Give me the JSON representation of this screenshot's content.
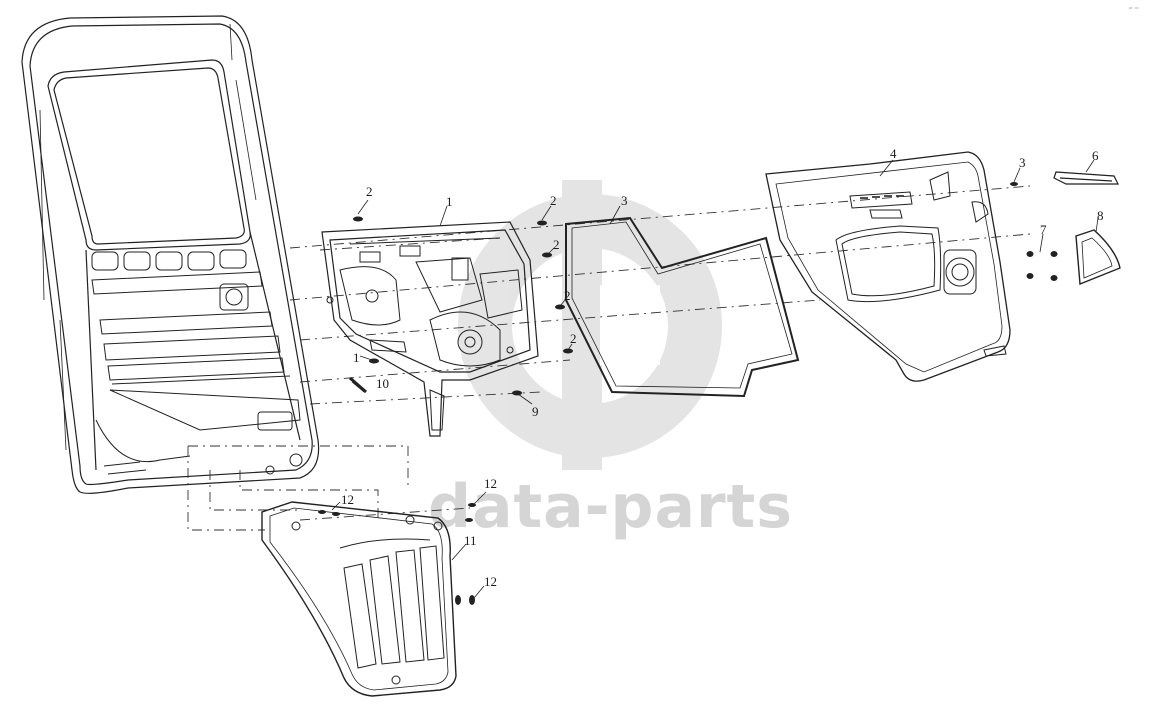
{
  "diagram": {
    "callouts": [
      {
        "id": "1a",
        "text": "1"
      },
      {
        "id": "1b",
        "text": "1"
      },
      {
        "id": "2a",
        "text": "2"
      },
      {
        "id": "2b",
        "text": "2"
      },
      {
        "id": "2c",
        "text": "2"
      },
      {
        "id": "2d",
        "text": "2"
      },
      {
        "id": "2e",
        "text": "2"
      },
      {
        "id": "3a",
        "text": "3"
      },
      {
        "id": "3b",
        "text": "3"
      },
      {
        "id": "4",
        "text": "4"
      },
      {
        "id": "6",
        "text": "6"
      },
      {
        "id": "7",
        "text": "7"
      },
      {
        "id": "8",
        "text": "8"
      },
      {
        "id": "9",
        "text": "9"
      },
      {
        "id": "10",
        "text": "10"
      },
      {
        "id": "11",
        "text": "11"
      },
      {
        "id": "12a",
        "text": "12"
      },
      {
        "id": "12b",
        "text": "12"
      },
      {
        "id": "12c",
        "text": "12"
      }
    ],
    "watermark": "data-parts",
    "corner_mark": "≠ ═"
  }
}
